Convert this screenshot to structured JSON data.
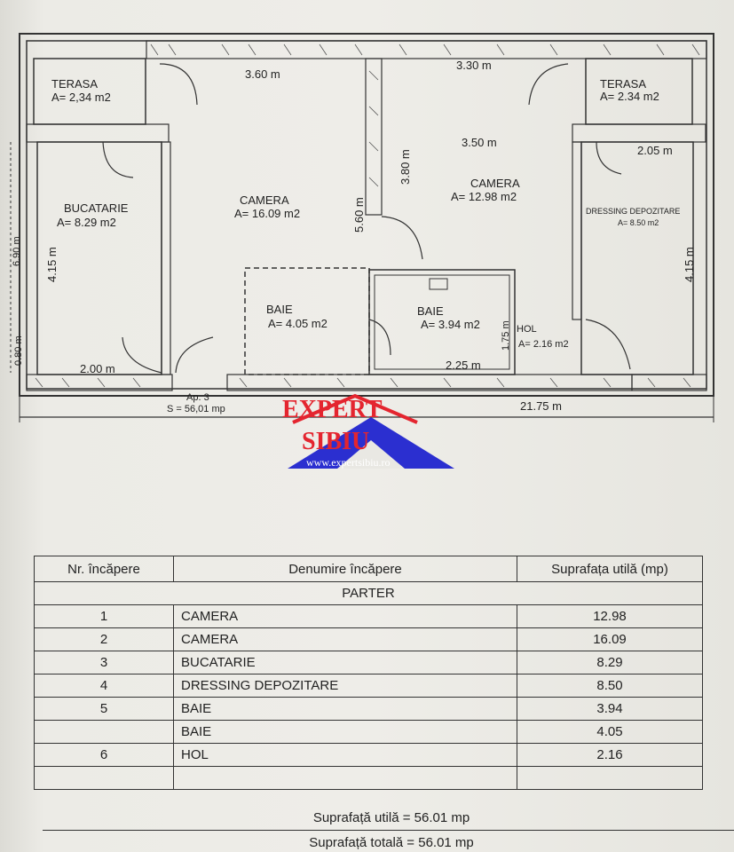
{
  "plan": {
    "rooms": {
      "terasa_left": {
        "name": "TERASA",
        "area": "A= 2,34 m2"
      },
      "terasa_right": {
        "name": "TERASA",
        "area": "A= 2.34 m2"
      },
      "bucatarie": {
        "name": "BUCATARIE",
        "area": "A= 8.29 m2"
      },
      "camera_left": {
        "name": "CAMERA",
        "area": "A= 16.09 m2"
      },
      "camera_right": {
        "name": "CAMERA",
        "area": "A= 12.98 m2"
      },
      "dressing": {
        "name": "DRESSING DEPOZITARE",
        "area": "A= 8.50 m2"
      },
      "baie_left": {
        "name": "BAIE",
        "area": "A= 4.05 m2"
      },
      "baie_right": {
        "name": "BAIE",
        "area": "A= 3.94 m2"
      },
      "hol": {
        "name": "HOL",
        "area": "A= 2.16 m2"
      }
    },
    "dims": {
      "d360": "3.60 m",
      "d330": "3.30 m",
      "d350": "3.50 m",
      "d205": "2.05 m",
      "d200": "2.00 m",
      "d225": "2.25 m",
      "d2175": "21.75 m",
      "d415l": "4.15 m",
      "d415r": "4.15 m",
      "d560": "5.60 m",
      "d380": "3.80 m",
      "d175": "1.75 m",
      "d690": "6.90 m",
      "d080": "0.80 m"
    },
    "apartment": {
      "number": "Ap. 3",
      "surface": "S = 56,01 mp"
    }
  },
  "watermark": {
    "line1": "EXPERT",
    "line2": "SIBIU",
    "url": "www.expertsibiu.ro",
    "red": "#e4252f",
    "blue": "#2b2fd0"
  },
  "table": {
    "headers": [
      "Nr. încăpere",
      "Denumire încăpere",
      "Suprafața utilă (mp)"
    ],
    "section": "PARTER",
    "rows": [
      {
        "nr": "1",
        "name": "CAMERA",
        "area": "12.98"
      },
      {
        "nr": "2",
        "name": "CAMERA",
        "area": "16.09"
      },
      {
        "nr": "3",
        "name": "BUCATARIE",
        "area": "8.29"
      },
      {
        "nr": "4",
        "name": "DRESSING DEPOZITARE",
        "area": "8.50"
      },
      {
        "nr": "5",
        "name": "BAIE",
        "area": "3.94"
      },
      {
        "nr": "",
        "name": "BAIE",
        "area": "4.05"
      },
      {
        "nr": "6",
        "name": "HOL",
        "area": "2.16"
      },
      {
        "nr": "",
        "name": "",
        "area": ""
      }
    ],
    "total_util": "Suprafață utilă = 56.01 mp",
    "total_total": "Suprafață totală = 56.01 mp"
  }
}
